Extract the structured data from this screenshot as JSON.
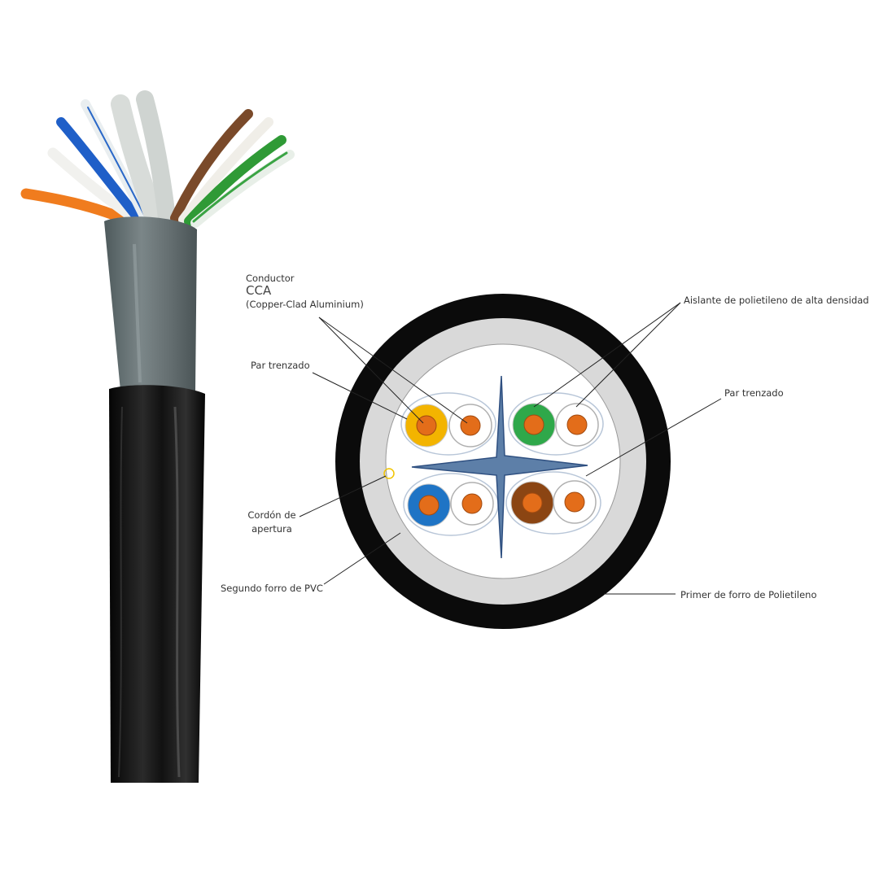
{
  "labels": {
    "conductor": "Conductor",
    "cca": "CCA",
    "cca_full": "(Copper-Clad Aluminium)",
    "par_trenzado_left": "Par trenzado",
    "cordon_line1": "Cordón de",
    "cordon_line2": "apertura",
    "segundo_forro": "Segundo forro de PVC",
    "aislante": "Aislante de polietileno de alta densidad",
    "par_trenzado_right": "Par trenzado",
    "primer_forro": "Primer de forro de Polietileno"
  },
  "colors": {
    "outer_jacket": "#0b0b0b",
    "inner_jacket": "#d9d9d9",
    "core_fill": "#ffffff",
    "separator": "#3d5f8f",
    "copper": "#e36d1a",
    "pair_yellow": "#f3b400",
    "pair_green": "#2fa84a",
    "pair_blue": "#1f74c5",
    "pair_brown": "#8b4513",
    "pair_white": "#ffffff",
    "pvc_gray": "#6f7a7c",
    "wire_orange": "#f07c1e",
    "wire_blue": "#1f5fc8",
    "wire_brown": "#7a4a2a",
    "wire_green": "#2f9a36"
  }
}
